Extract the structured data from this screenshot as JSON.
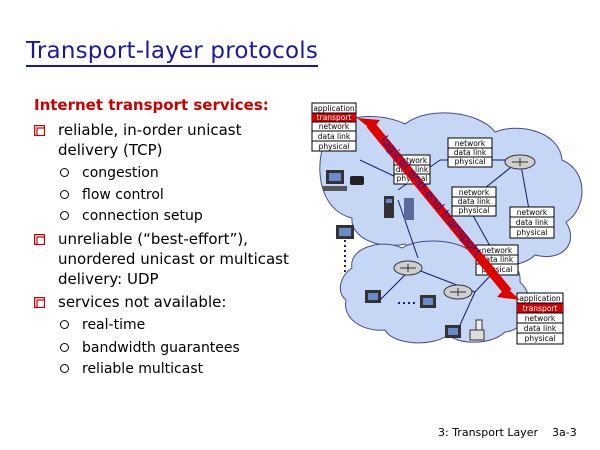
{
  "title": "Transport-layer protocols",
  "section_heading": "Internet transport services:",
  "bullets": [
    {
      "text": "reliable, in-order unicast delivery (TCP)",
      "sub": [
        "congestion",
        "flow control",
        "connection setup"
      ]
    },
    {
      "text": "unreliable (“best-effort”), unordered unicast or multicast delivery: UDP",
      "sub": []
    },
    {
      "text": "services not available:",
      "sub": [
        "real-time",
        "bandwidth guarantees",
        "reliable multicast"
      ]
    }
  ],
  "diagram": {
    "stack_top": [
      "application",
      "transport",
      "network",
      "data link",
      "physical"
    ],
    "stack_bottom": [
      "application",
      "transport",
      "network",
      "data link",
      "physical"
    ],
    "router_stack": [
      "network",
      "data link",
      "physical"
    ],
    "arrow_label": "logical end-end transport",
    "colors": {
      "cloud": "#c5d7f5",
      "arrow": "#e00000",
      "transport_fill": "#d00000",
      "title": "#1a1a9e"
    }
  },
  "footer": {
    "chapter": "3: Transport Layer",
    "page": "3a-3"
  }
}
